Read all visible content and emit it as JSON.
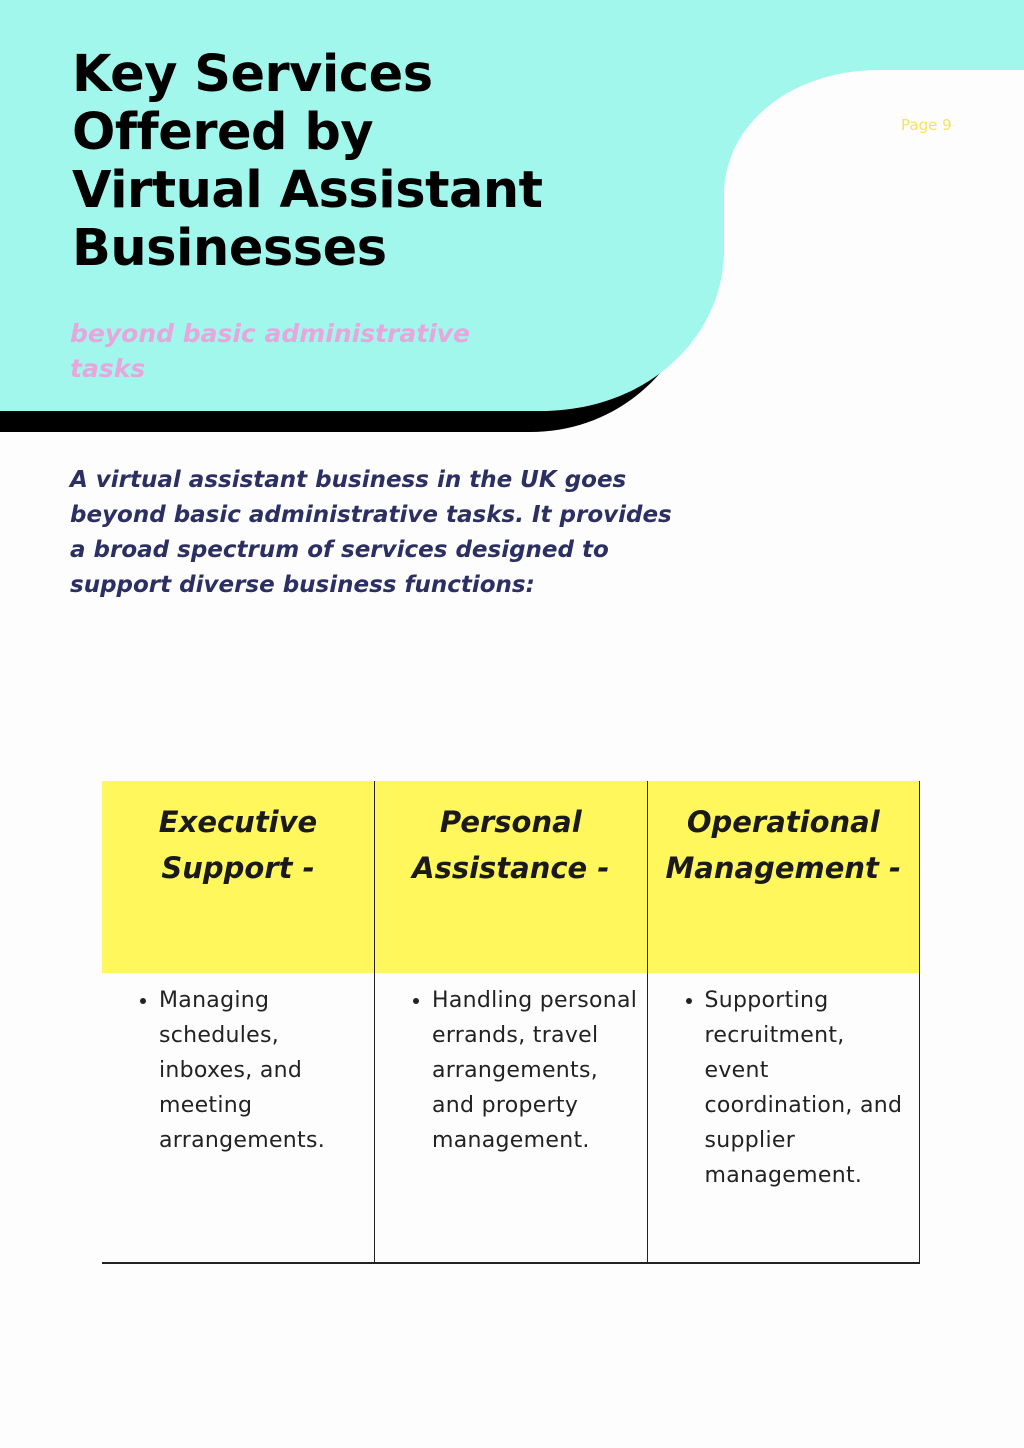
{
  "page": {
    "title_lines": [
      "Key Services",
      "Offered by",
      "Virtual Assistant",
      "Businesses"
    ],
    "subtitle": "beyond basic administrative tasks",
    "page_number": "Page 9",
    "intro": "A virtual assistant business in the UK goes beyond basic administrative tasks. It provides a broad spectrum of services designed to support diverse business functions:"
  },
  "colors": {
    "header_background": "#a2f7ec",
    "header_border": "#000000",
    "subtitle": "#e7a6dc",
    "page_number": "#f5e35e",
    "intro_text": "#2b2f62",
    "table_header_background": "#fff75c"
  },
  "services_table": {
    "columns": [
      {
        "heading_line1": "Executive",
        "heading_line2": "Support  -",
        "bullet": "Managing schedules, inboxes, and meeting arrangements."
      },
      {
        "heading_line1": "Personal",
        "heading_line2": "Assistance  -",
        "bullet": " Handling personal errands, travel arrangements, and property management."
      },
      {
        "heading_line1": "Operational",
        "heading_line2": "Management  -",
        "bullet": "Supporting recruitment, event coordination, and supplier management."
      }
    ]
  }
}
